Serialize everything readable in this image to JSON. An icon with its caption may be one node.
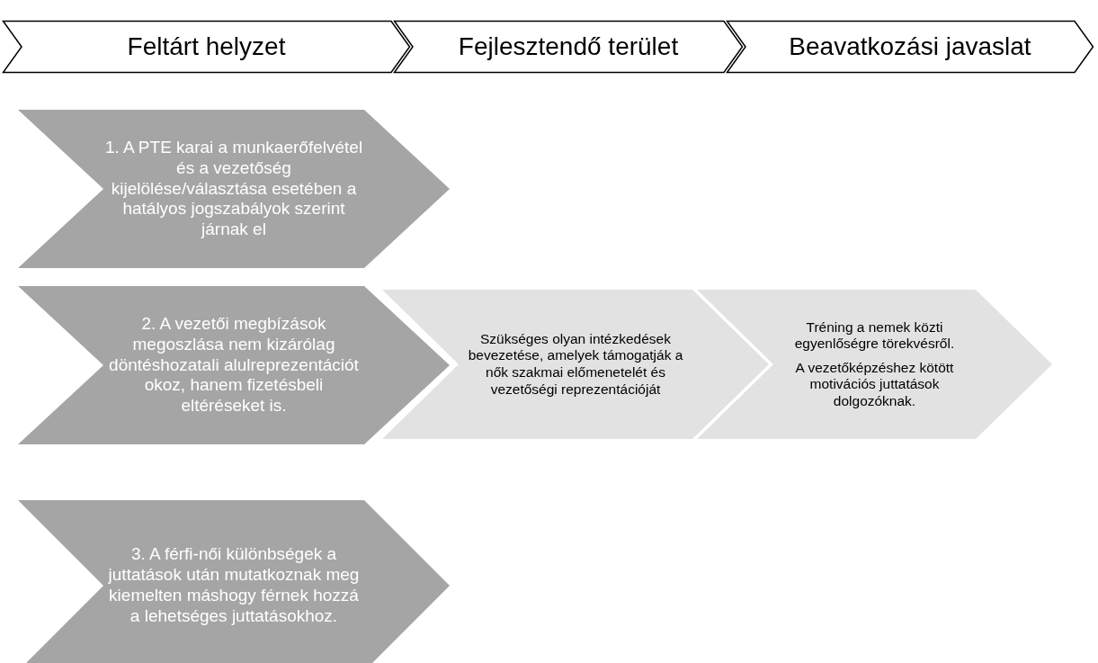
{
  "diagram": {
    "nodes": [
      {
        "text": [
          "Feltárt helyzet"
        ]
      },
      {
        "text": [
          "Fejlesztendő terület"
        ]
      },
      {
        "text": [
          "Beavatkozási javaslat"
        ]
      },
      {
        "text": [
          "1. A PTE karai a munkaerőfelvétel és a vezetőség kijelölése/választása esetében a hatályos jogszabályok szerint járnak el"
        ]
      },
      {
        "text": [
          "2. A vezetői megbízások megoszlása nem kizárólag döntéshozatali alulreprezentációt okoz, hanem fizetésbeli eltéréseket is."
        ]
      },
      {
        "text": [
          "Szükséges olyan intézkedések bevezetése, amelyek támogatják a nők szakmai előmenetelét és vezetőségi reprezentációját"
        ]
      },
      {
        "text": [
          "Tréning a nemek közti egyenlőségre törekvésről.",
          "A vezetőképzéshez kötött motivációs juttatások dolgozóknak."
        ]
      },
      {
        "text": [
          "3. A férfi-női különbségek a juttatások után mutatkoznak meg kiemelten máshogy férnek hozzá a lehetséges juttatásokhoz."
        ]
      }
    ],
    "edges": []
  }
}
